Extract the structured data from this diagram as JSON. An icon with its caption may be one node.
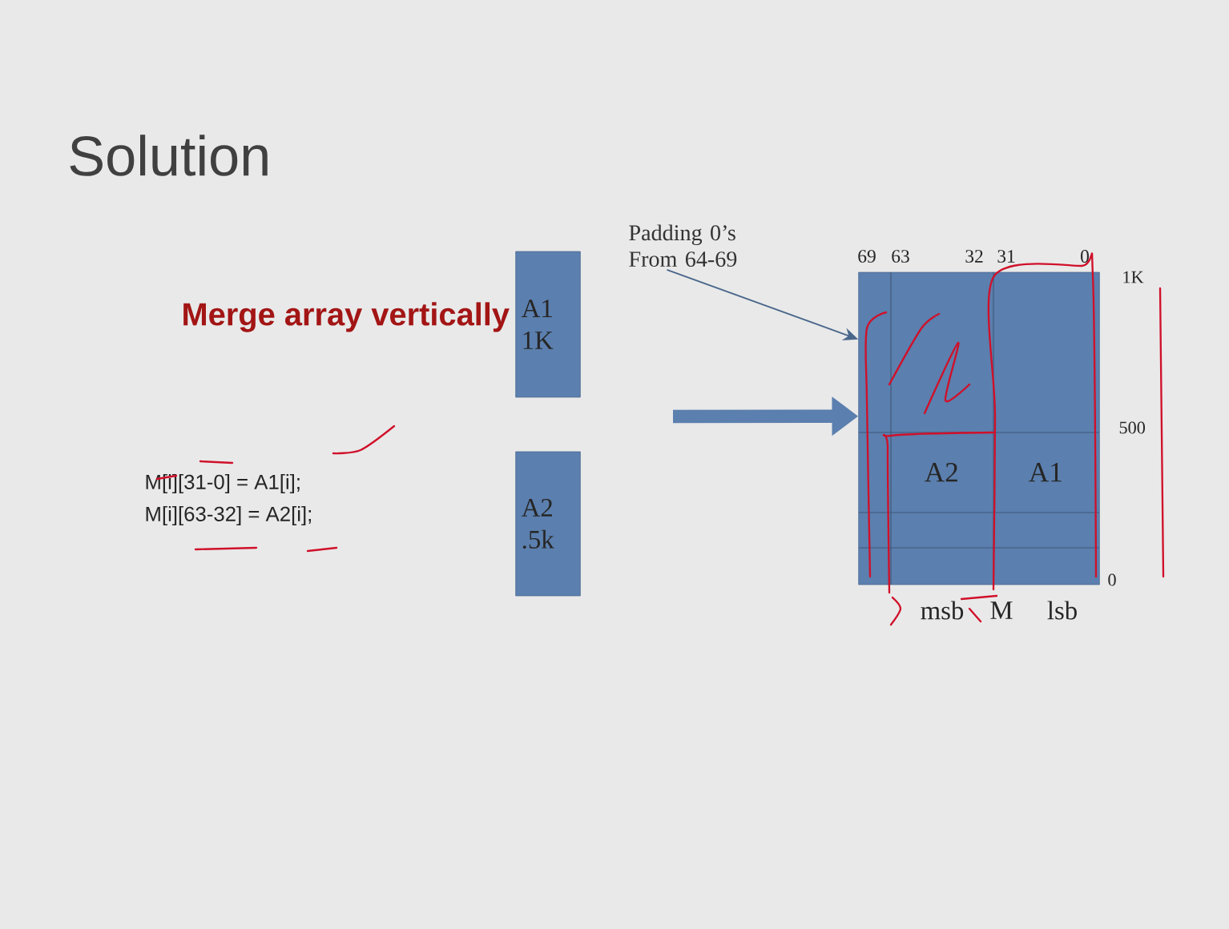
{
  "diagram": {
    "title": "Solution",
    "nodes": [
      {
        "text": [
          "A1 1K"
        ]
      },
      {
        "text": [
          "A2 .5k"
        ]
      },
      {
        "text": [],
        "shape": "box"
      },
      {
        "text": [
          "Padding 0’s From 64-69"
        ]
      },
      {
        "text": [
          "A2"
        ],
        "in": 2
      },
      {
        "text": [
          "A1"
        ],
        "in": 2
      }
    ],
    "edges": [
      {
        "from": null,
        "to": 2,
        "arrow": "to",
        "style": "thick"
      },
      {
        "from": 3,
        "to": 2,
        "arrow": "to"
      }
    ],
    "labels": [
      "Merge array vertically",
      "M[i][31-0] = A1[i];",
      "M[i][63-32] = A2[i];",
      "69",
      "63",
      "32",
      "31",
      "0",
      "1K",
      "500",
      "0",
      "msb",
      "M",
      "lsb"
    ]
  }
}
